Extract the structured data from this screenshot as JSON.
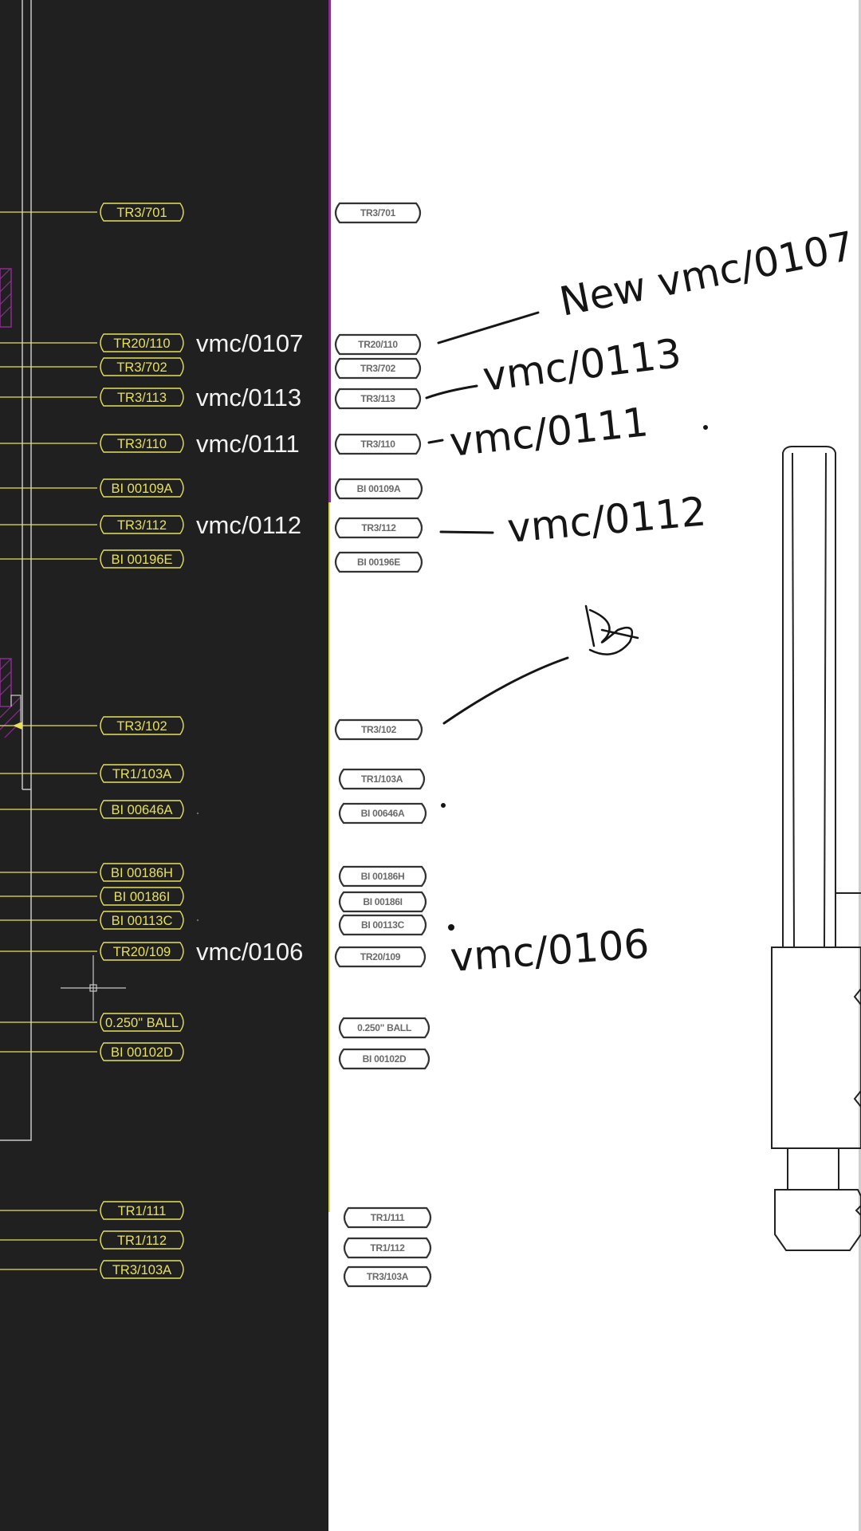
{
  "cad": {
    "tags": [
      {
        "label": "TR3/701"
      },
      {
        "label": "TR20/110",
        "note": "vmc/0107"
      },
      {
        "label": "TR3/702"
      },
      {
        "label": "TR3/113",
        "note": "vmc/0113"
      },
      {
        "label": "TR3/110",
        "note": "vmc/0111"
      },
      {
        "label": "BI 00109A"
      },
      {
        "label": "TR3/112",
        "note": "vmc/0112"
      },
      {
        "label": "BI 00196E"
      },
      {
        "label": "TR3/102"
      },
      {
        "label": "TR1/103A"
      },
      {
        "label": "BI 00646A"
      },
      {
        "label": "BI 00186H"
      },
      {
        "label": "BI 00186I"
      },
      {
        "label": "BI 00113C"
      },
      {
        "label": "TR20/109",
        "note": "vmc/0106"
      },
      {
        "label": "0.250\" BALL"
      },
      {
        "label": "BI 00102D"
      },
      {
        "label": "TR1/111"
      },
      {
        "label": "TR1/112"
      },
      {
        "label": "TR3/103A"
      }
    ]
  },
  "scan": {
    "tags": [
      "TR3/701",
      "TR20/110",
      "TR3/702",
      "TR3/113",
      "TR3/110",
      "BI 00109A",
      "TR3/112",
      "BI 00196E",
      "TR3/102",
      "TR1/103A",
      "BI 00646A",
      "BI 00186H",
      "BI 00186I",
      "BI 00113C",
      "TR20/109",
      "0.250\" BALL",
      "BI 00102D",
      "TR1/111",
      "TR1/112",
      "TR3/103A"
    ],
    "handwriting": {
      "new_0107": "New vmc/0107",
      "n0113": "vmc/0113",
      "n0111": "vmc/0111",
      "n0112": "vmc/0112",
      "n0106": "vmc/0106"
    }
  },
  "colors": {
    "cad_background": "#202020",
    "cad_tag": "#e6e05a",
    "cad_note": "#f2f2f2",
    "divider_magenta": "#8a2d8f",
    "divider_yellow": "#d8d850",
    "scan_background": "#ffffff",
    "scan_ink": "#151515"
  }
}
